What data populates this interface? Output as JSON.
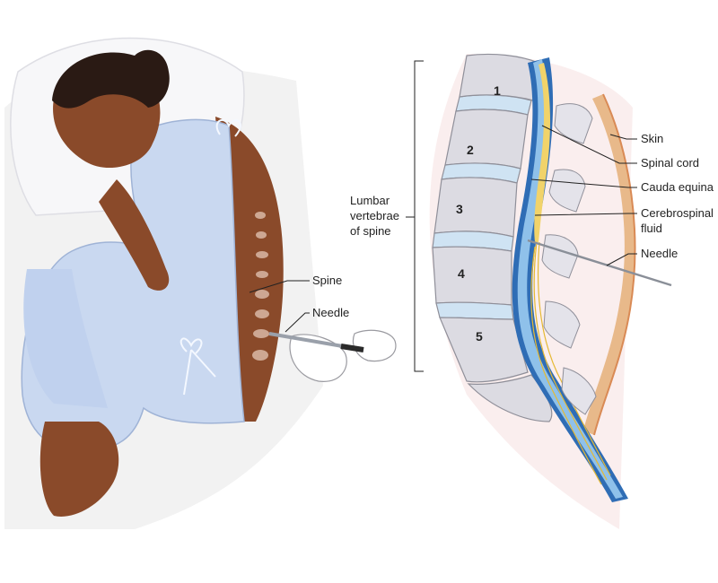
{
  "patient_labels": {
    "spine": "Spine",
    "needle": "Needle"
  },
  "bracket_label": {
    "line1": "Lumbar",
    "line2": "vertebrae",
    "line3": "of spine"
  },
  "vertebra_numbers": [
    "1",
    "2",
    "3",
    "4",
    "5"
  ],
  "section_labels": {
    "skin": "Skin",
    "spinal_cord": "Spinal cord",
    "cauda_equina": "Cauda equina",
    "csf_line1": "Cerebrospinal",
    "csf_line2": "fluid",
    "needle": "Needle"
  },
  "colors": {
    "gown": "#c9d8f0",
    "skin_tone": "#8a4a2a",
    "dura_blue": "#2f6db5",
    "csf_blue": "#8fc1ea",
    "cord_yellow": "#f1d36a",
    "skin_layer": "#e8b98a",
    "bone": "#dcdbe2",
    "disc": "#cfe3f3"
  }
}
